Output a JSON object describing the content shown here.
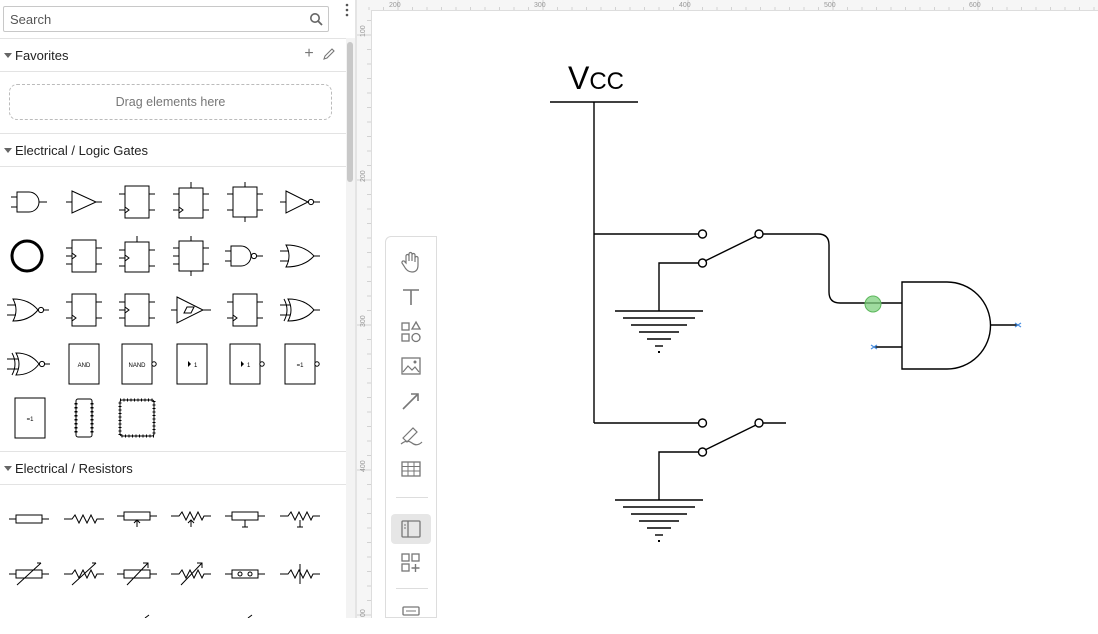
{
  "search": {
    "placeholder": "Search",
    "icon": "search-icon"
  },
  "favorites": {
    "title": "Favorites",
    "add_icon": "plus-icon",
    "edit_icon": "pencil-icon",
    "drop_hint": "Drag elements here"
  },
  "logic_gates": {
    "title": "Electrical / Logic Gates",
    "shape_labels": {
      "and": "AND",
      "nand": "NAND",
      "buffer": "1",
      "not": "1",
      "xor": "=1",
      "xnor": "=1"
    }
  },
  "resistors": {
    "title": "Electrical / Resistors"
  },
  "ruler": {
    "top_ticks": [
      "200",
      "300",
      "400",
      "500",
      "600"
    ],
    "left_ticks": [
      "100",
      "200",
      "300",
      "400",
      "00"
    ]
  },
  "diagram": {
    "vcc_label": {
      "main": "V",
      "sub": "CC"
    }
  },
  "toolbar": {
    "tools": [
      "hand-icon",
      "text-icon",
      "shapes-icon",
      "image-icon",
      "arrow-icon",
      "freehand-icon",
      "table-icon",
      "format-panel-icon",
      "insert-icon",
      "more-icon"
    ]
  },
  "colors": {
    "connection_highlight": "#7fd07f",
    "endpoint_marker": "#4a90e2",
    "stroke": "#000000"
  }
}
